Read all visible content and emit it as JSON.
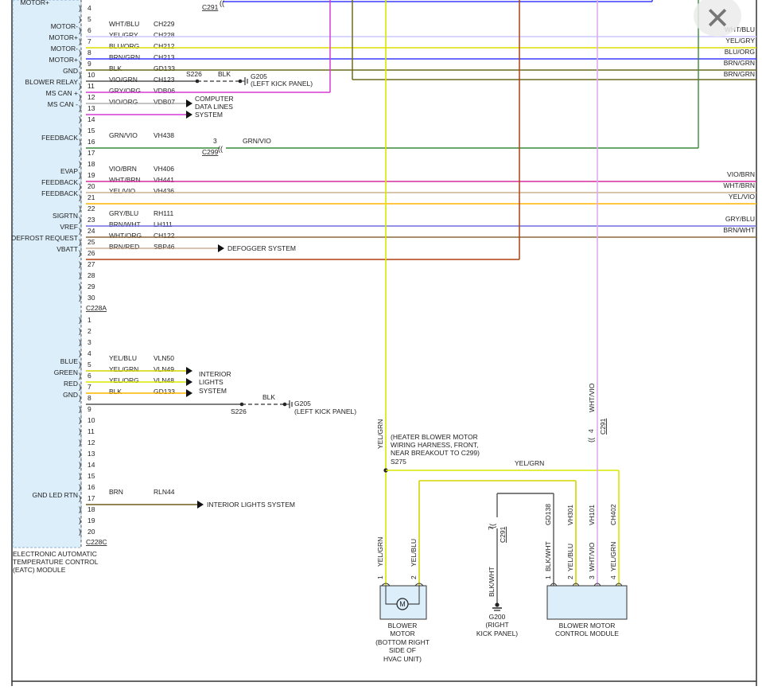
{
  "module": {
    "title_lines": [
      "ELECTRONIC AUTOMATIC",
      "TEMPERATURE CONTROL",
      "(EATC) MODULE"
    ],
    "connector_a": "C228A",
    "connector_c": "C228C",
    "top_motor_label": "MOTOR+"
  },
  "pins_a": [
    {
      "n": "4"
    },
    {
      "n": "5"
    },
    {
      "n": "6",
      "label": "MOTOR-",
      "color": "WHT/BLU",
      "circuit": "CH229"
    },
    {
      "n": "7",
      "label": "MOTOR+",
      "color": "YEL/GRY",
      "circuit": "CH228"
    },
    {
      "n": "8",
      "label": "MOTOR-",
      "color": "BLU/ORG",
      "circuit": "CH212"
    },
    {
      "n": "9",
      "label": "MOTOR+",
      "color": "BRN/GRN",
      "circuit": "CH213"
    },
    {
      "n": "10",
      "label": "GND",
      "color": "BLK",
      "circuit": "GD133"
    },
    {
      "n": "11",
      "label": "BLOWER RELAY",
      "color": "VIO/GRN",
      "circuit": "CH123"
    },
    {
      "n": "12",
      "label": "MS CAN +",
      "color": "GRY/ORG",
      "circuit": "VDB06"
    },
    {
      "n": "13",
      "label": "MS CAN -",
      "color": "VIO/ORG",
      "circuit": "VDB07"
    },
    {
      "n": "14"
    },
    {
      "n": "15"
    },
    {
      "n": "16",
      "label": "FEEDBACK",
      "color": "GRN/VIO",
      "circuit": "VH438"
    },
    {
      "n": "17"
    },
    {
      "n": "18"
    },
    {
      "n": "19",
      "label": "EVAP",
      "color": "VIO/BRN",
      "circuit": "VH406"
    },
    {
      "n": "20",
      "label": "FEEDBACK",
      "color": "WHT/BRN",
      "circuit": "VH441"
    },
    {
      "n": "21",
      "label": "FEEDBACK",
      "color": "YEL/VIO",
      "circuit": "VH436"
    },
    {
      "n": "22"
    },
    {
      "n": "23",
      "label": "SIGRTN",
      "color": "GRY/BLU",
      "circuit": "RH111"
    },
    {
      "n": "24",
      "label": "VREF",
      "color": "BRN/WHT",
      "circuit": "LH111"
    },
    {
      "n": "25",
      "label": "DEFROST REQUEST",
      "color": "WHT/ORG",
      "circuit": "CH122"
    },
    {
      "n": "26",
      "label": "VBATT",
      "color": "BRN/RED",
      "circuit": "SBP46"
    },
    {
      "n": "27"
    },
    {
      "n": "28"
    },
    {
      "n": "29"
    },
    {
      "n": "30"
    }
  ],
  "pins_c": [
    {
      "n": "1"
    },
    {
      "n": "2"
    },
    {
      "n": "3"
    },
    {
      "n": "4"
    },
    {
      "n": "5",
      "label": "BLUE",
      "color": "YEL/BLU",
      "circuit": "VLN50"
    },
    {
      "n": "6",
      "label": "GREEN",
      "color": "YEL/GRN",
      "circuit": "VLN49"
    },
    {
      "n": "7",
      "label": "RED",
      "color": "YEL/ORG",
      "circuit": "VLN48"
    },
    {
      "n": "8",
      "label": "GND",
      "color": "BLK",
      "circuit": "GD133"
    },
    {
      "n": "9"
    },
    {
      "n": "10"
    },
    {
      "n": "11"
    },
    {
      "n": "12"
    },
    {
      "n": "13"
    },
    {
      "n": "14"
    },
    {
      "n": "15"
    },
    {
      "n": "16"
    },
    {
      "n": "17",
      "label": "GND LED RTN",
      "color": "BRN",
      "circuit": "RLN44"
    },
    {
      "n": "18"
    },
    {
      "n": "19"
    },
    {
      "n": "20"
    }
  ],
  "labels": {
    "c291_top": "C291",
    "s226": "S226",
    "blk": "BLK",
    "g205": "G205",
    "left_kick_panel": "(LEFT KICK PANEL)",
    "computer_data_lines": [
      "COMPUTER",
      "DATA LINES",
      "SYSTEM"
    ],
    "c299_pin": "3",
    "c299": "C299",
    "grn_vio": "GRN/VIO",
    "defogger": "DEFOGGER SYSTEM",
    "interior_lights": [
      "INTERIOR",
      "LIGHTS",
      "SYSTEM"
    ],
    "interior_lights_system": "INTERIOR LIGHTS SYSTEM",
    "s226_b": "S226",
    "blk_b": "BLK",
    "g205_b": "G205",
    "left_kick_panel_b": "(LEFT KICK PANEL)",
    "yel_grn_vertical": "YEL/GRN",
    "harness_note": [
      "(HEATER BLOWER MOTOR",
      "WIRING HARNESS, FRONT,",
      "NEAR BREAKOUT TO C299)"
    ],
    "s275": "S275",
    "yel_grn_h": "YEL/GRN",
    "wht_vio_vertical": "WHT/VIO",
    "c291_pin": "4",
    "c291_b": "C291",
    "c291_pin_7": "7",
    "c291_c": "C291",
    "right_edge": [
      "WHT/BLU",
      "YEL/GRY",
      "BLU/ORG",
      "BRN/GRN",
      "BRN/GRN",
      "VIO/BRN",
      "WHT/BRN",
      "YEL/VIO",
      "GRY/BLU",
      "BRN/WHT"
    ]
  },
  "blower_motor": {
    "pins": [
      "1",
      "2"
    ],
    "wire_colors": [
      "YEL/GRN",
      "YEL/BLU"
    ],
    "symbol": "M",
    "name_lines": [
      "BLOWER",
      "MOTOR",
      "(BOTTOM RIGHT",
      "SIDE OF",
      "HVAC UNIT)"
    ]
  },
  "ground_g200": {
    "wire": "BLK/WHT",
    "name_lines": [
      "G200",
      "(RIGHT",
      "KICK PANEL)"
    ]
  },
  "blower_control_module": {
    "pins": [
      "1",
      "2",
      "3",
      "4"
    ],
    "wire_colors": [
      "BLK/WHT",
      "YEL/BLU",
      "WHT/VIO",
      "YEL/GRN"
    ],
    "circuits": [
      "GD138",
      "VH301",
      "VH101",
      "CH402"
    ],
    "name_lines": [
      "BLOWER MOTOR",
      "CONTROL MODULE"
    ]
  },
  "colors": {
    "module_fill": "#dceefa",
    "module_border": "#8fb3d3",
    "wht_blu": "#c9c9ff",
    "yel_gry": "#dede00",
    "blu_org": "#3a3aff",
    "brn_grn": "#6e6a1e",
    "blk": "#333333",
    "vio_grn": "#d63ad6",
    "grn_vio": "#3a8a3a",
    "vio_brn": "#d62fa0",
    "wht_brn": "#b58a5a",
    "yel_vio": "#ffb400",
    "gry_blu": "#6e6ee0",
    "brn_wht": "#8a6a3a",
    "wht_org": "#a0a060",
    "brn_red": "#b04010",
    "yel_grn": "#d8e800",
    "yel_blu": "#d4d400",
    "wht_vio": "#e0a8ee",
    "blk_wht": "#555555",
    "brn": "#6e5a20"
  }
}
